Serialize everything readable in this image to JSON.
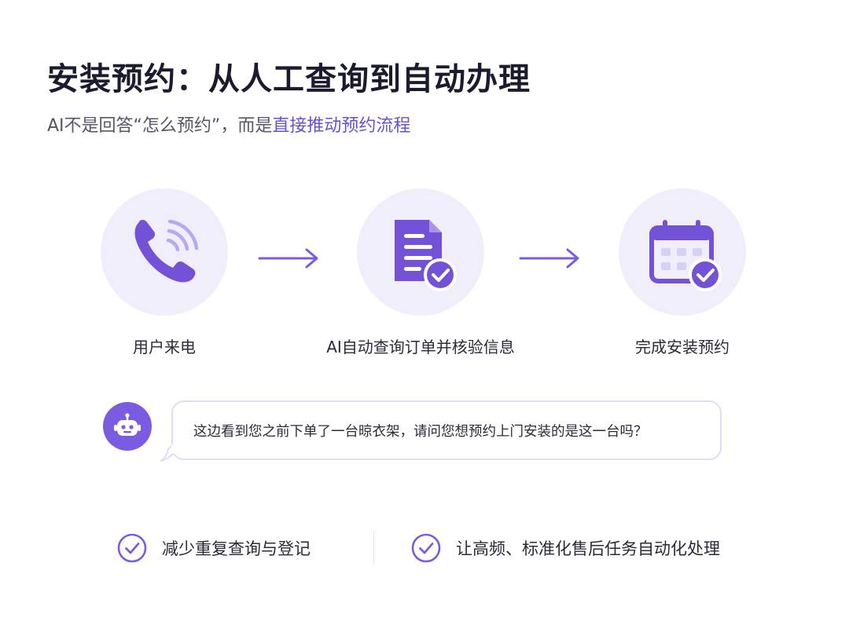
{
  "header": {
    "title": "安装预约：从人工查询到自动办理",
    "subtitle_prefix": "AI不是回答“怎么预约”，而是",
    "subtitle_highlight": "直接推动预约流程"
  },
  "flow": {
    "steps": [
      {
        "label": "用户来电",
        "icon": "phone-call-icon"
      },
      {
        "label": "AI自动查询订单并核验信息",
        "icon": "document-check-icon"
      },
      {
        "label": "完成安装预约",
        "icon": "calendar-check-icon"
      }
    ]
  },
  "chat": {
    "avatar_icon": "robot-icon",
    "message": "这边看到您之前下单了一台晾衣架，请问您想预约上门安装的是这一台吗？"
  },
  "benefits": [
    {
      "text": "减少重复查询与登记",
      "icon": "check-circle-icon"
    },
    {
      "text": "让高频、标准化售后任务自动化处理",
      "icon": "check-circle-icon"
    }
  ],
  "colors": {
    "accent": "#7b5ce0",
    "highlight_text": "#6a4fd6",
    "icon_bg": "#f1eefb"
  }
}
